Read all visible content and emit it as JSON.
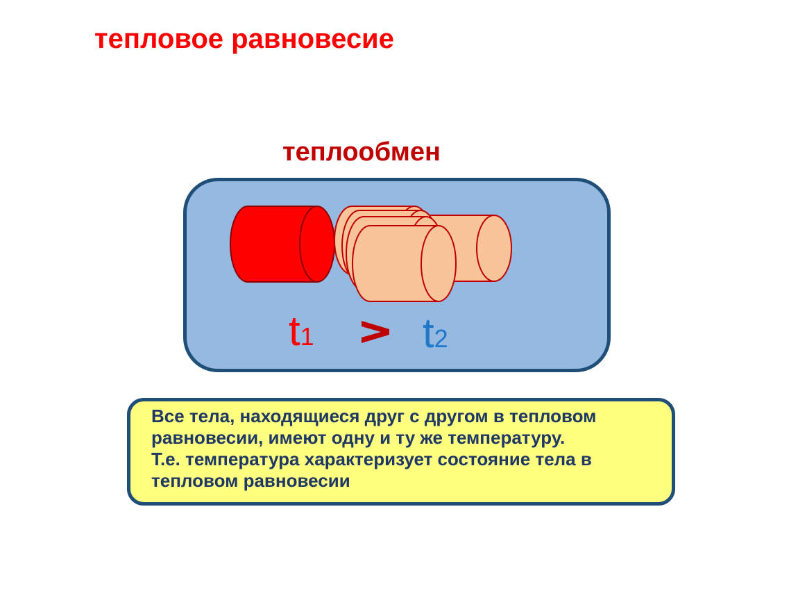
{
  "title": "тепловое равновесие",
  "subtitle": "теплообмен",
  "panel": {
    "t1": {
      "main": "t",
      "sub": "1"
    },
    "comparison_sign": ">",
    "t2": {
      "main": "t",
      "sub": "2"
    }
  },
  "statement": {
    "lines": [
      "Все тела, находящиеся друг с другом в тепловом",
      "равновесии, имеют одну и ту же температуру.",
      "Т.е. температура характеризует состояние тела в",
      "тепловом равновесии"
    ]
  },
  "colors": {
    "title": "#ff0000",
    "subtitle": "#c00000",
    "hot_body": "#ff0000",
    "cold_body": "#f9c49a",
    "panel_fill": "#95b9e0",
    "panel_border": "#1f4e79",
    "statement_fill": "#ffff80",
    "statement_text": "#1f3864",
    "t2": "#1f78c8"
  }
}
